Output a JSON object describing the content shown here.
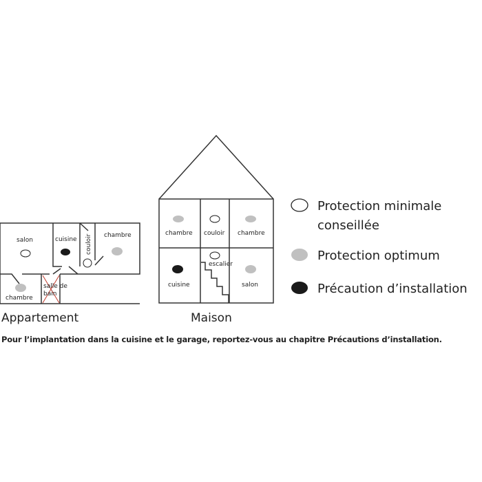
{
  "apartment": {
    "title": "Appartement",
    "rooms": [
      "salon",
      "cuisine",
      "couloir",
      "chambre",
      "chambre",
      "salle de",
      "bain"
    ]
  },
  "house": {
    "title": "Maison",
    "rooms": [
      "chambre",
      "couloir",
      "chambre",
      "escalier",
      "cuisine",
      "salon"
    ]
  },
  "legend": {
    "minimal_line1": "Protection minimale",
    "minimal_line2": "conseillée",
    "optimum": "Protection optimum",
    "precaution": "Précaution d’installation"
  },
  "colors": {
    "minimal": "#ffffff",
    "optimum": "#c0c0c0",
    "precaution": "#1a1a1a",
    "excluded": "#c0392b"
  },
  "note": "Pour l’implantation dans la cuisine et le garage, reportez-vous au chapitre Précautions d’installation."
}
